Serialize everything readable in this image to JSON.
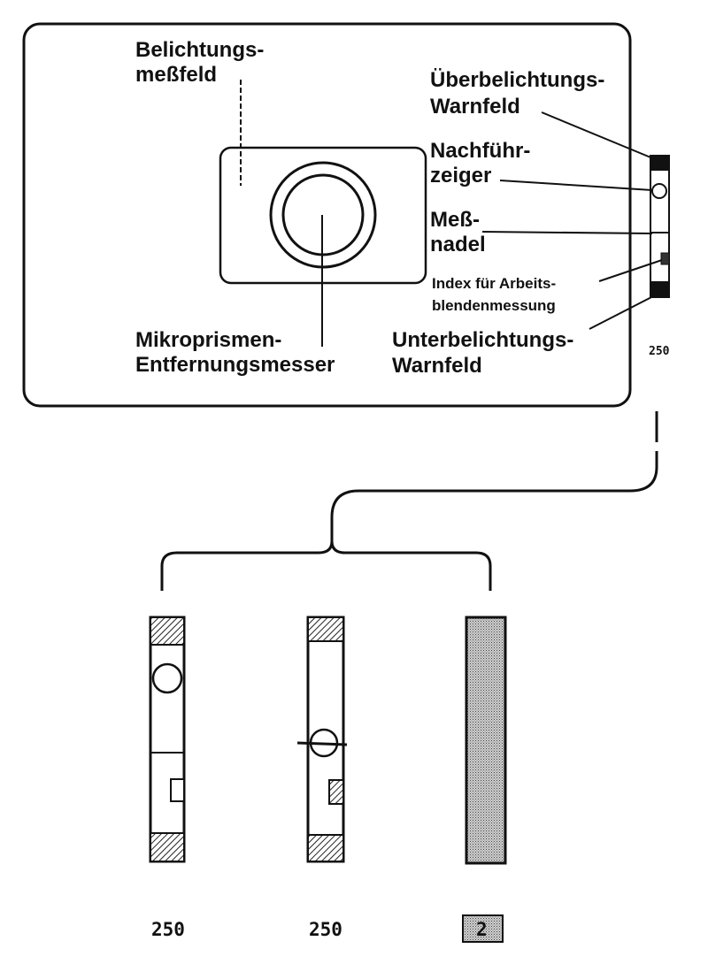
{
  "labels": {
    "belichtungs_line1": "Belichtungs-",
    "belichtungs_line2": "meßfeld",
    "ueber_line1": "Überbelichtungs-",
    "ueber_line2": "Warnfeld",
    "nachfuehr_line1": "Nachführ-",
    "nachfuehr_line2": "zeiger",
    "mess_line1": "Meß-",
    "mess_line2": "nadel",
    "index_line1": "Index für Arbeits-",
    "index_line2": "blendenmessung",
    "unter_line1": "Unterbelichtungs-",
    "unter_line2": "Warnfeld",
    "mikro_line1": "Mikroprismen-",
    "mikro_line2": "Entfernungsmesser",
    "scale_value_main": "250",
    "scale_value_1": "250",
    "scale_value_2": "250",
    "scale_value_3": "2"
  }
}
